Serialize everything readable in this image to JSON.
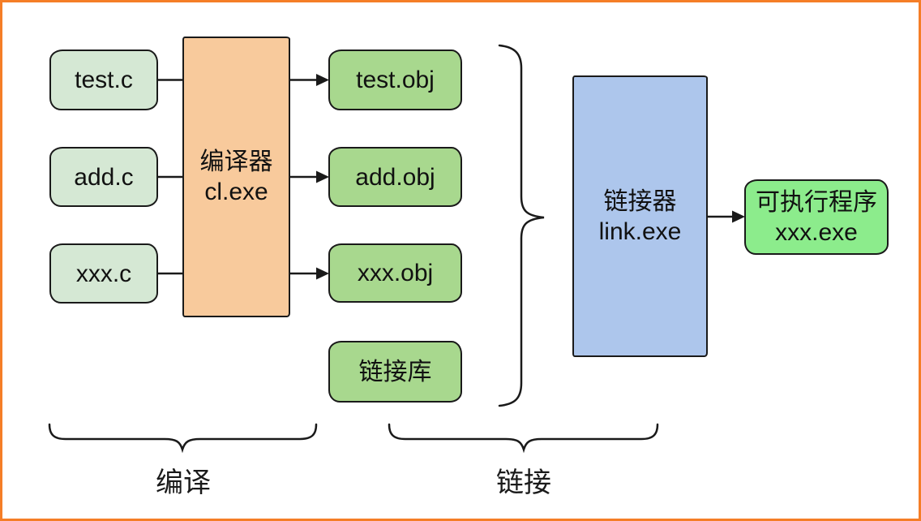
{
  "diagram": {
    "boxes": {
      "source_files": [
        "test.c",
        "add.c",
        "xxx.c"
      ],
      "compiler": {
        "title": "编译器",
        "subtitle": "cl.exe"
      },
      "object_files": [
        "test.obj",
        "add.obj",
        "xxx.obj"
      ],
      "library": "链接库",
      "linker": {
        "title": "链接器",
        "subtitle": "link.exe"
      },
      "executable": {
        "title": "可执行程序",
        "subtitle": "xxx.exe"
      }
    },
    "stage_labels": {
      "compile": "编译",
      "link": "链接"
    },
    "colors": {
      "frame_border": "#f57e27",
      "source_file_fill": "#d5e8d4",
      "object_file_fill": "#a8d88e",
      "compiler_fill": "#f8ca9c",
      "linker_fill": "#adc6ec",
      "executable_fill": "#8cec8c",
      "stroke": "#1a1a1a",
      "background": "#ffffff"
    }
  }
}
